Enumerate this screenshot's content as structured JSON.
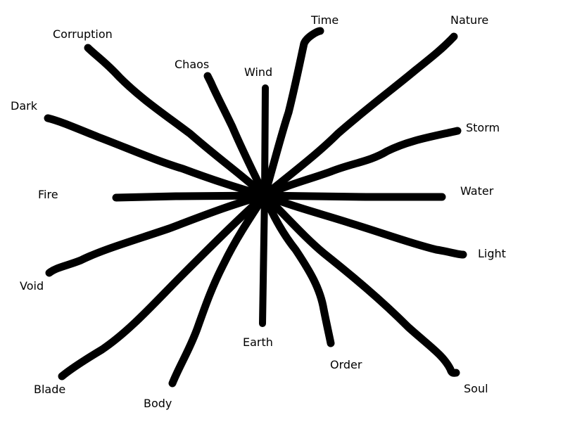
{
  "diagram": {
    "title": "",
    "stroke_color": "#000000",
    "background": "#ffffff",
    "spokes": [
      {
        "id": "wind",
        "label": "Wind"
      },
      {
        "id": "time",
        "label": "Time"
      },
      {
        "id": "nature",
        "label": "Nature"
      },
      {
        "id": "storm",
        "label": "Storm"
      },
      {
        "id": "water",
        "label": "Water"
      },
      {
        "id": "light",
        "label": "Light"
      },
      {
        "id": "soul",
        "label": "Soul"
      },
      {
        "id": "order",
        "label": "Order"
      },
      {
        "id": "earth",
        "label": "Earth"
      },
      {
        "id": "body",
        "label": "Body"
      },
      {
        "id": "blade",
        "label": "Blade"
      },
      {
        "id": "void",
        "label": "Void"
      },
      {
        "id": "fire",
        "label": "Fire"
      },
      {
        "id": "dark",
        "label": "Dark"
      },
      {
        "id": "corruption",
        "label": "Corruption"
      },
      {
        "id": "chaos",
        "label": "Chaos"
      }
    ]
  }
}
